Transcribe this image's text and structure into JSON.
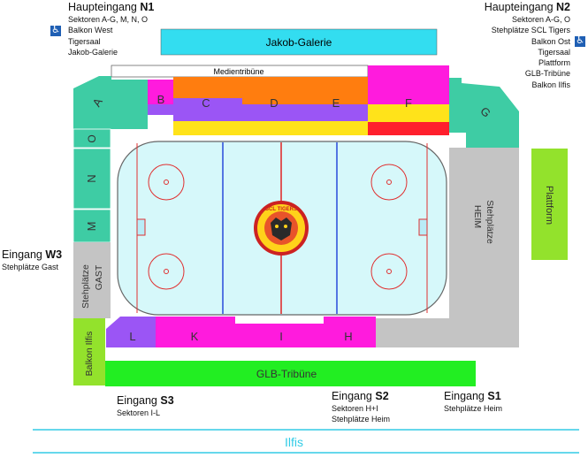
{
  "entrances": {
    "n1": {
      "prefix": "Haupteingang ",
      "code": "N1",
      "lines": [
        "Sektoren A-G, M, N, O",
        "Balkon West",
        "Tigersaal",
        "Jakob-Galerie"
      ]
    },
    "n2": {
      "prefix": "Haupteingang ",
      "code": "N2",
      "lines": [
        "Sektoren A-G, O",
        "Stehplätze SCL Tigers",
        "Balkon Ost",
        "Tigersaal",
        "Plattform",
        "GLB-Tribüne",
        "Balkon Ilfis"
      ]
    },
    "w3": {
      "prefix": "Eingang ",
      "code": "W3",
      "lines": [
        "Stehplätze Gast"
      ]
    },
    "s3": {
      "prefix": "Eingang ",
      "code": "S3",
      "lines": [
        "Sektoren I-L"
      ]
    },
    "s2": {
      "prefix": "Eingang ",
      "code": "S2",
      "lines": [
        "Sektoren H+I",
        "Stehplätze Heim"
      ]
    },
    "s1": {
      "prefix": "Eingang ",
      "code": "S1",
      "lines": [
        "Stehplätze Heim"
      ]
    }
  },
  "areas": {
    "jakob_galerie": "Jakob-Galerie",
    "medientribuene": "Medientribüne",
    "plattform": "Plattform",
    "glb_tribuene": "GLB-Tribüne",
    "balkon_ilfis": "Balkon Ilfis",
    "stehplaetze_heim": [
      "Stehplätze",
      "HEIM"
    ],
    "stehplaetze_gast": [
      "Stehplätze",
      "GAST"
    ],
    "ilfis": "Ilfis"
  },
  "sectors": {
    "a": "A",
    "b": "B",
    "c": "C",
    "d": "D",
    "e": "E",
    "f": "F",
    "g": "G",
    "h": "H",
    "i": "I",
    "k": "K",
    "l": "L",
    "m": "M",
    "n": "N",
    "o": "O"
  },
  "logo_text": "SCL TIGERS",
  "colors": {
    "teal": "#3ecca4",
    "grey": "#c4c4c4",
    "orange": "#ff7d0f",
    "purple": "#9b55f5",
    "yellow": "#ffe31a",
    "magenta": "#ff1bdd",
    "red": "#ff1f2d",
    "green": "#22ee22",
    "lime": "#93e22c",
    "cyan": "#33ddf0",
    "ice": "#d6f8fa"
  }
}
